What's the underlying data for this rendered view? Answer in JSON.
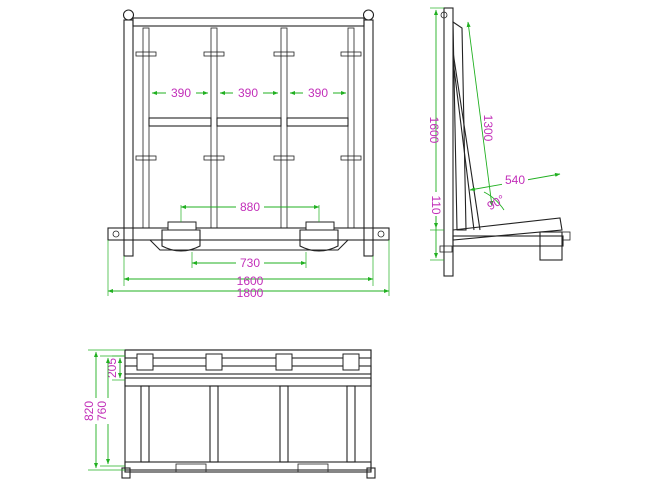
{
  "drawing": {
    "front_view": {
      "spacing_dims": [
        "390",
        "390",
        "390"
      ],
      "base_span_dim": "880",
      "feet_dim": "730",
      "inner_width_dim": "1600",
      "total_width_dim": "1800"
    },
    "side_view": {
      "height_dim": "1600",
      "slope_length_dim": "1300",
      "base_depth_dim": "540",
      "angle_dim": "90°",
      "lip_height_dim": "110"
    },
    "top_view": {
      "shelf_depth_dim": "205",
      "overall_depth_dim": "820",
      "inner_depth_dim": "760"
    }
  },
  "colors": {
    "dimension_lines": "#21b021",
    "dimension_text": "#c22fb9",
    "outline": "#222222"
  }
}
